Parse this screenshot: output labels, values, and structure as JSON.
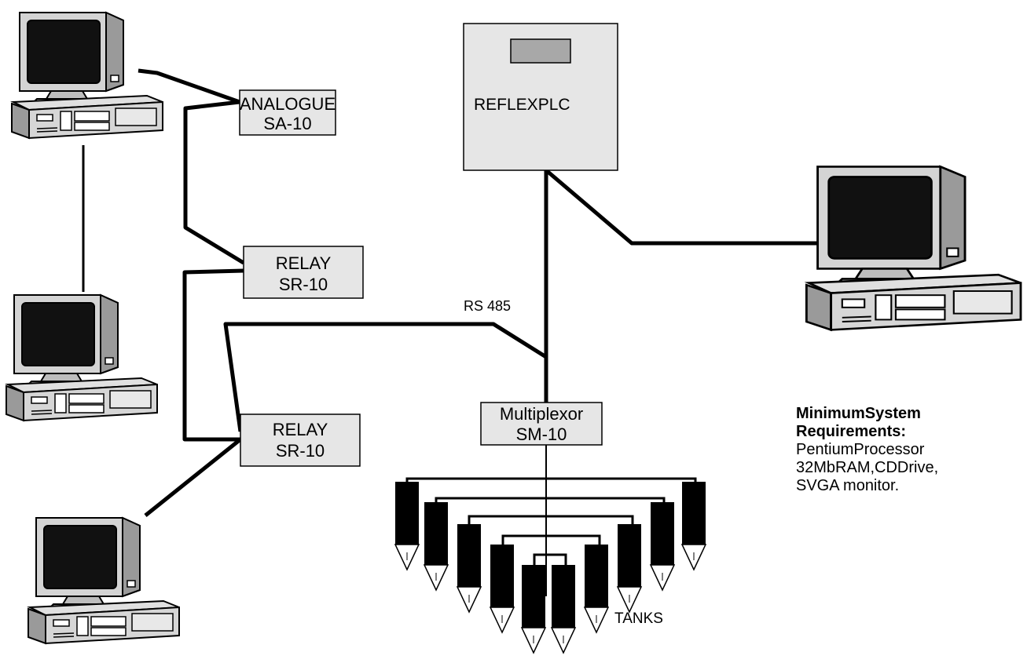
{
  "modules": {
    "analogue": {
      "line1": "ANALOGUE",
      "line2": "SA-10"
    },
    "relay_top": {
      "line1": "RELAY",
      "line2": "SR-10"
    },
    "relay_bottom": {
      "line1": "RELAY",
      "line2": "SR-10"
    },
    "multiplexor": {
      "line1": "Multiplexor",
      "line2": "SM-10"
    },
    "plc": {
      "label": "REFLEXPLC"
    }
  },
  "bus_label": "RS 485",
  "tanks_label": "TANKS",
  "requirements": {
    "title_line1": "MinimumSystem",
    "title_line2": "Requirements:",
    "lines": [
      "PentiumProcessor",
      "32MbRAM,CDDrive,",
      "SVGA monitor."
    ]
  },
  "colors": {
    "module_fill": "#e6e6e6",
    "line": "#000000"
  }
}
